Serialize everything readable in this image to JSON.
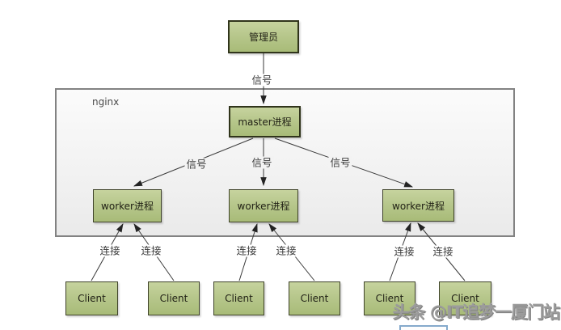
{
  "nodes": {
    "container_label": "nginx",
    "admin": "管理员",
    "master": "master进程",
    "workers": [
      "worker进程",
      "worker进程",
      "worker进程"
    ],
    "clients": [
      "Client",
      "Client",
      "Client",
      "Client",
      "Client",
      "Client"
    ]
  },
  "edges": {
    "signals": [
      "信号",
      "信号",
      "信号",
      "信号"
    ],
    "connections": [
      "连接",
      "连接",
      "连接",
      "连接",
      "连接",
      "连接"
    ]
  },
  "watermark": "头条 @IT追梦一厦门站",
  "colors": {
    "node_fill": "#b7c78c",
    "node_border": "#3f432a",
    "container_fill": "#f3f3f3",
    "container_border": "#828282",
    "edge_line": "#3a3a3a",
    "watermark_gray": "#9c9c9c",
    "partial_box_blue": "#85aacc"
  }
}
